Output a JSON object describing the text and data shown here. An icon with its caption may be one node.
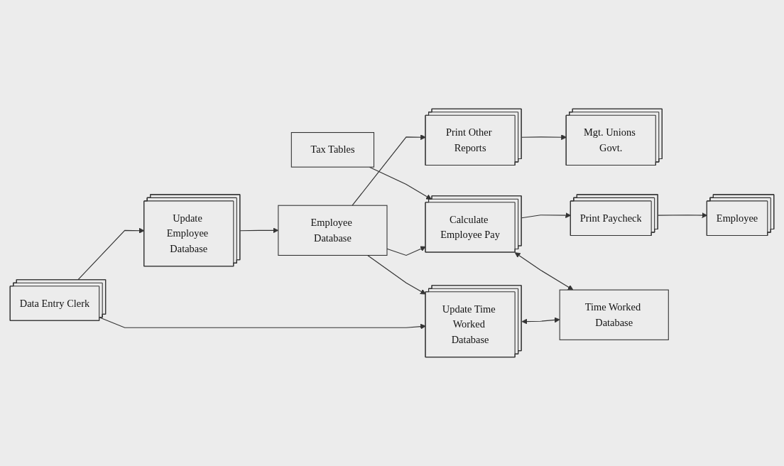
{
  "diagram": {
    "nodes": [
      {
        "text": [
          "Data Entry Clerk"
        ]
      },
      {
        "text": [
          "Update Employee Database"
        ]
      },
      {
        "text": [
          "Employee Database"
        ]
      },
      {
        "text": [
          "Print Other Reports"
        ]
      },
      {
        "text": [
          "Mgt. Unions Govt."
        ]
      },
      {
        "text": [
          "Update Time Worked Database"
        ]
      },
      {
        "text": [
          "Calculate Employee Pay"
        ]
      },
      {
        "text": [
          "Print Paycheck"
        ]
      },
      {
        "text": [
          "Employee"
        ]
      },
      {
        "text": [
          "Time Worked Database"
        ]
      },
      {
        "text": [
          "Tax Tables"
        ]
      }
    ],
    "edges": [
      {
        "from": 0,
        "to": 1,
        "arrow": "to"
      },
      {
        "from": 0,
        "to": 5,
        "arrow": "to"
      },
      {
        "from": 1,
        "to": 2,
        "arrow": "to"
      },
      {
        "from": 2,
        "to": 3,
        "arrow": "to"
      },
      {
        "from": 3,
        "to": 4,
        "arrow": "to"
      },
      {
        "from": 2,
        "to": 5,
        "arrow": "to"
      },
      {
        "from": 2,
        "to": 6,
        "arrow": "to"
      },
      {
        "from": 6,
        "to": 7,
        "arrow": "to"
      },
      {
        "from": 7,
        "to": 8,
        "arrow": "to"
      },
      {
        "from": 5,
        "to": 9,
        "arrow": "both"
      },
      {
        "from": 6,
        "to": 9,
        "arrow": "both"
      },
      {
        "from": 10,
        "to": 6,
        "arrow": "to"
      }
    ]
  }
}
